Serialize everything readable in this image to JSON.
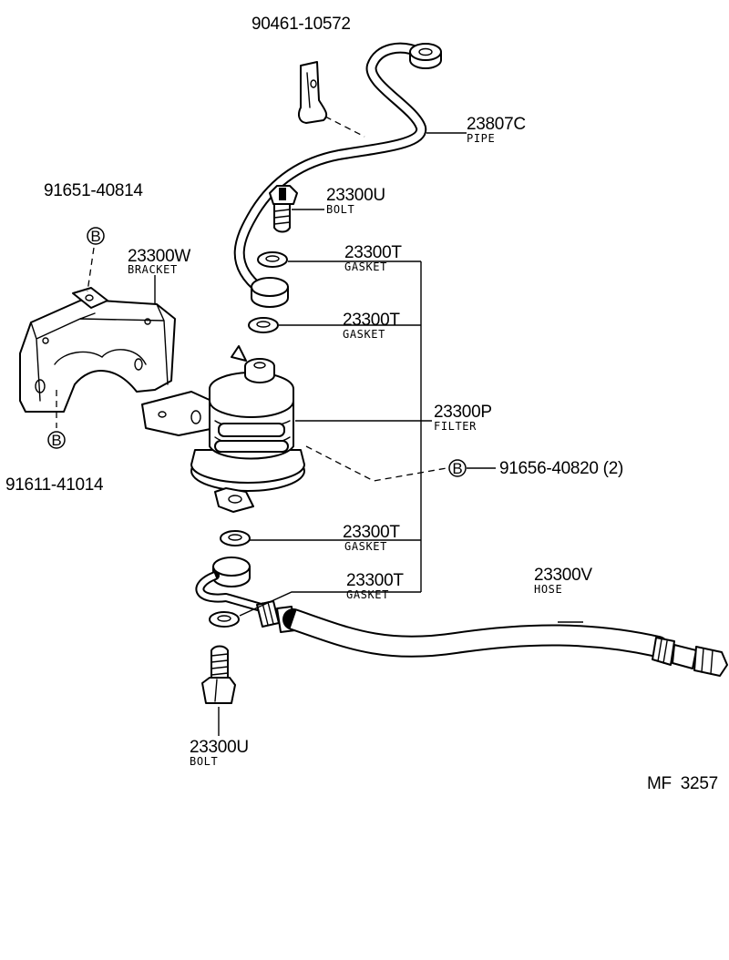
{
  "labels": {
    "clip_pn": "90461-10572",
    "pipe_pn": "23807C",
    "pipe_name": "PIPE",
    "bolt_top_pn": "23300U",
    "bolt_top_name": "BOLT",
    "gasket1_pn": "23300T",
    "gasket1_name": "GASKET",
    "gasket2_pn": "23300T",
    "gasket2_name": "GASKET",
    "filter_pn": "23300P",
    "filter_name": "FILTER",
    "bracket_pn": "23300W",
    "bracket_name": "BRACKET",
    "bolt_b_top_pn": "91651-40814",
    "bolt_b_bottom_pn": "91611-41014",
    "filter_bolt_pn": "91656-40820 (2)",
    "gasket3_pn": "23300T",
    "gasket3_name": "GASKET",
    "gasket4_pn": "23300T",
    "gasket4_name": "GASKET",
    "hose_pn": "23300V",
    "hose_name": "HOSE",
    "bolt_bottom_pn": "23300U",
    "bolt_bottom_name": "BOLT",
    "code_b": "B",
    "figure_code": "MF  3257"
  }
}
